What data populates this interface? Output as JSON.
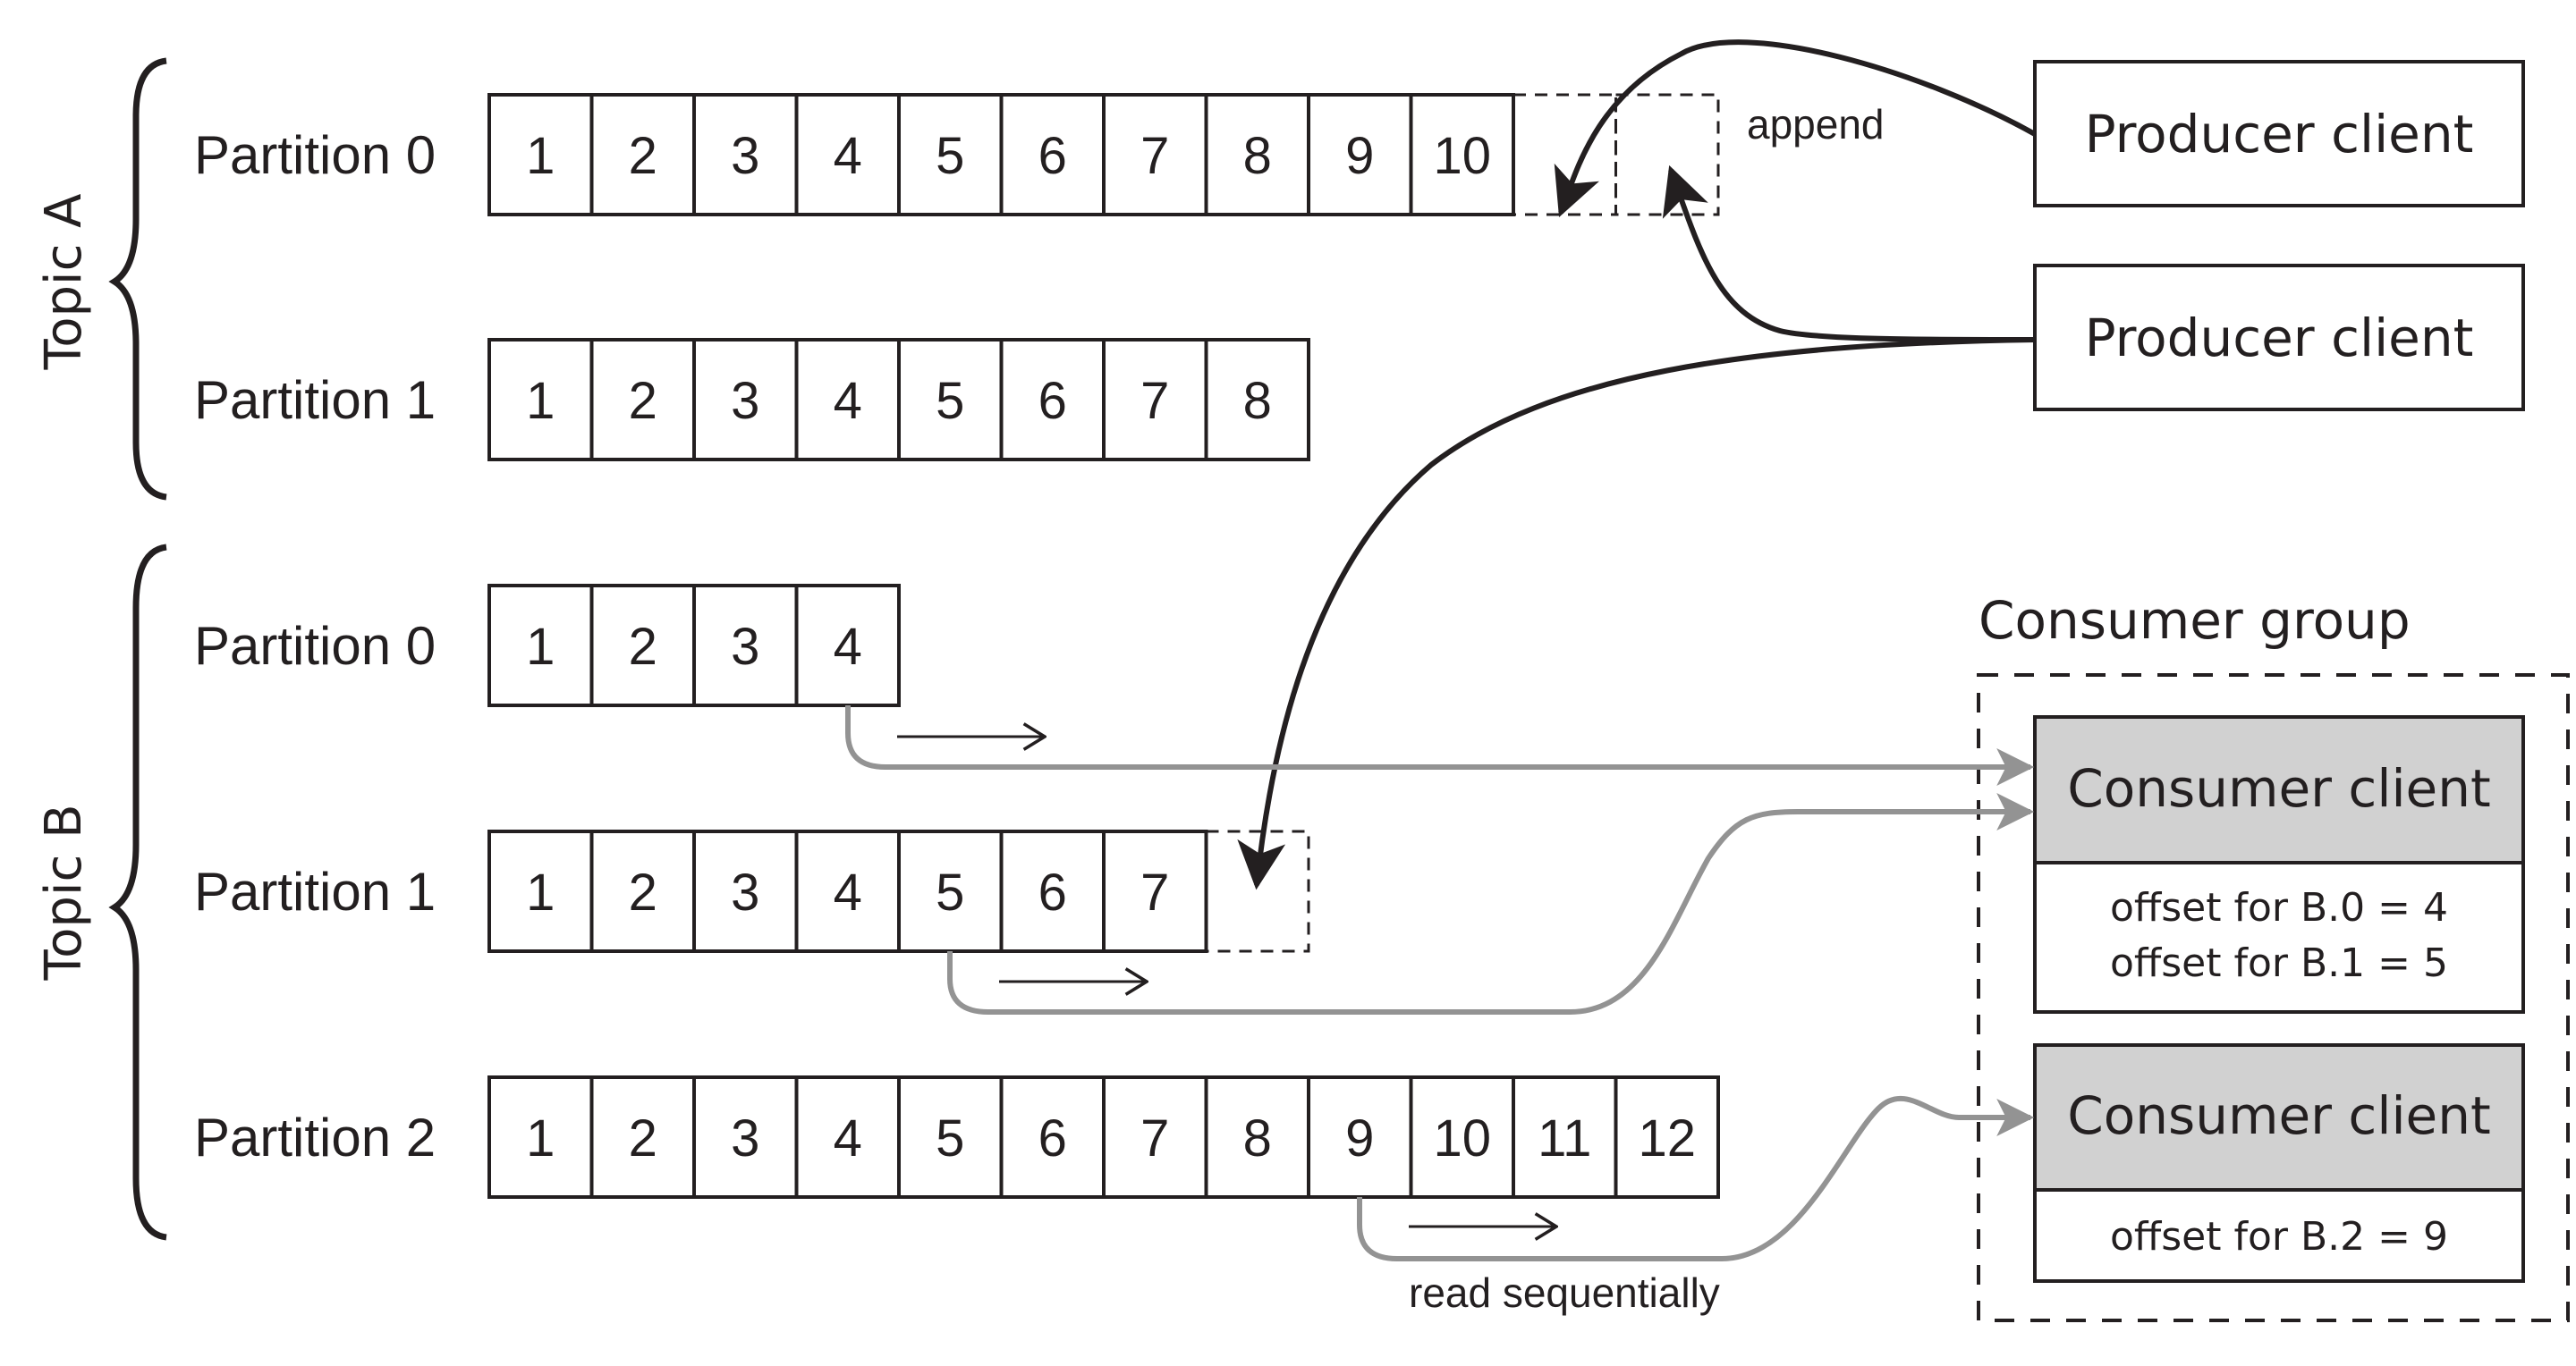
{
  "topics": [
    {
      "label": "Topic A",
      "partitions": [
        {
          "label": "Partition 0",
          "messages": [
            "1",
            "2",
            "3",
            "4",
            "5",
            "6",
            "7",
            "8",
            "9",
            "10"
          ],
          "pending_slots": 2
        },
        {
          "label": "Partition 1",
          "messages": [
            "1",
            "2",
            "3",
            "4",
            "5",
            "6",
            "7",
            "8"
          ],
          "pending_slots": 0
        }
      ]
    },
    {
      "label": "Topic B",
      "partitions": [
        {
          "label": "Partition 0",
          "messages": [
            "1",
            "2",
            "3",
            "4"
          ],
          "pending_slots": 0
        },
        {
          "label": "Partition 1",
          "messages": [
            "1",
            "2",
            "3",
            "4",
            "5",
            "6",
            "7"
          ],
          "pending_slots": 1
        },
        {
          "label": "Partition 2",
          "messages": [
            "1",
            "2",
            "3",
            "4",
            "5",
            "6",
            "7",
            "8",
            "9",
            "10",
            "11",
            "12"
          ],
          "pending_slots": 0
        }
      ]
    }
  ],
  "producers": [
    {
      "label": "Producer client"
    },
    {
      "label": "Producer client"
    }
  ],
  "annotations": {
    "append": "append",
    "read_sequentially": "read sequentially"
  },
  "consumer_group": {
    "label": "Consumer group",
    "consumers": [
      {
        "label": "Consumer client",
        "offsets": [
          "offset for B.0 = 4",
          "offset for B.1 = 5"
        ]
      },
      {
        "label": "Consumer client",
        "offsets": [
          "offset for B.2 = 9"
        ]
      }
    ]
  },
  "colors": {
    "ink": "#231f20",
    "consumer_fill": "#d1d1d1",
    "consumer_arrow": "#939393"
  }
}
